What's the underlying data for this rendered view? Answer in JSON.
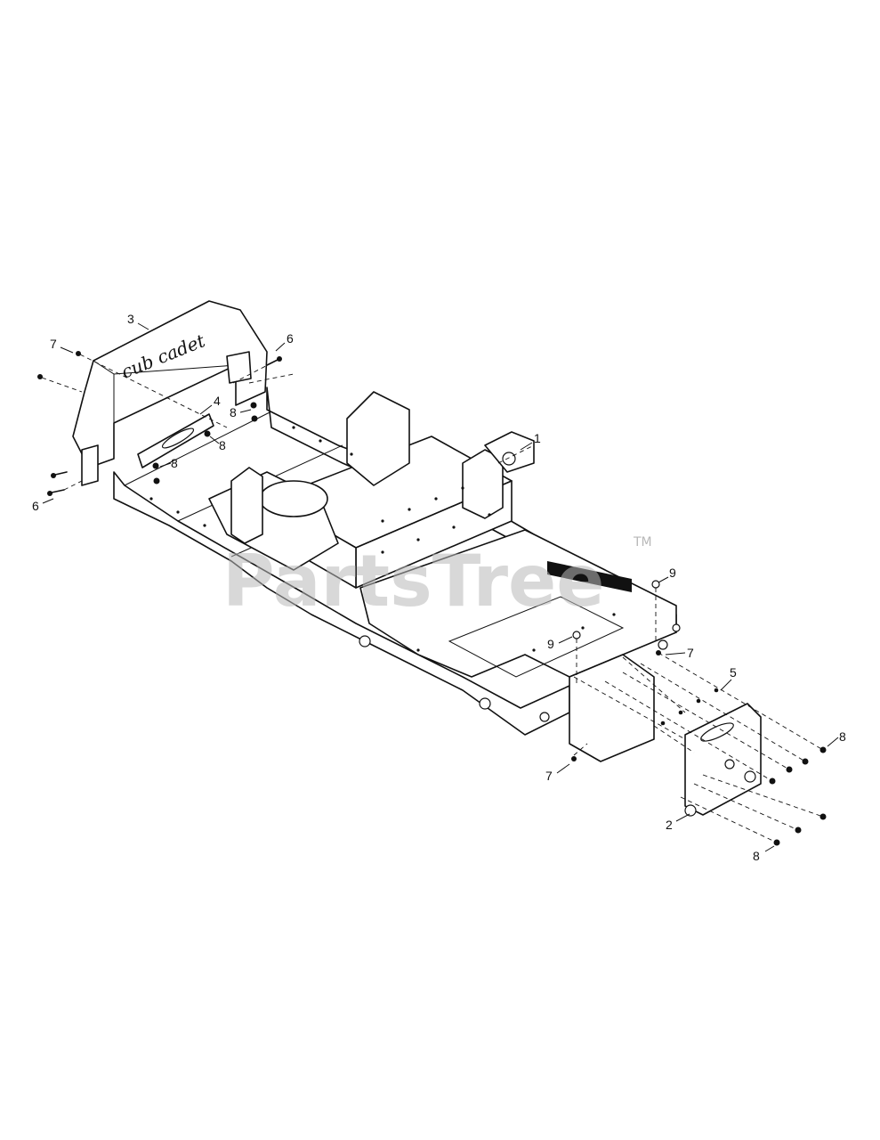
{
  "watermark": {
    "text": "PartsTree",
    "trademark": "TM"
  },
  "logo_text": "cub cadet",
  "decal_text": "",
  "callouts": [
    {
      "id": "c1",
      "label": "1"
    },
    {
      "id": "c2",
      "label": "2"
    },
    {
      "id": "c3",
      "label": "3"
    },
    {
      "id": "c4",
      "label": "4"
    },
    {
      "id": "c5",
      "label": "5"
    },
    {
      "id": "c6a",
      "label": "6"
    },
    {
      "id": "c6b",
      "label": "6"
    },
    {
      "id": "c7a",
      "label": "7"
    },
    {
      "id": "c7b",
      "label": "7"
    },
    {
      "id": "c7c",
      "label": "7"
    },
    {
      "id": "c8a",
      "label": "8"
    },
    {
      "id": "c8b",
      "label": "8"
    },
    {
      "id": "c8c",
      "label": "8"
    },
    {
      "id": "c8d",
      "label": "8"
    },
    {
      "id": "c8e",
      "label": "8"
    },
    {
      "id": "c9a",
      "label": "9"
    },
    {
      "id": "c9b",
      "label": "9"
    }
  ]
}
